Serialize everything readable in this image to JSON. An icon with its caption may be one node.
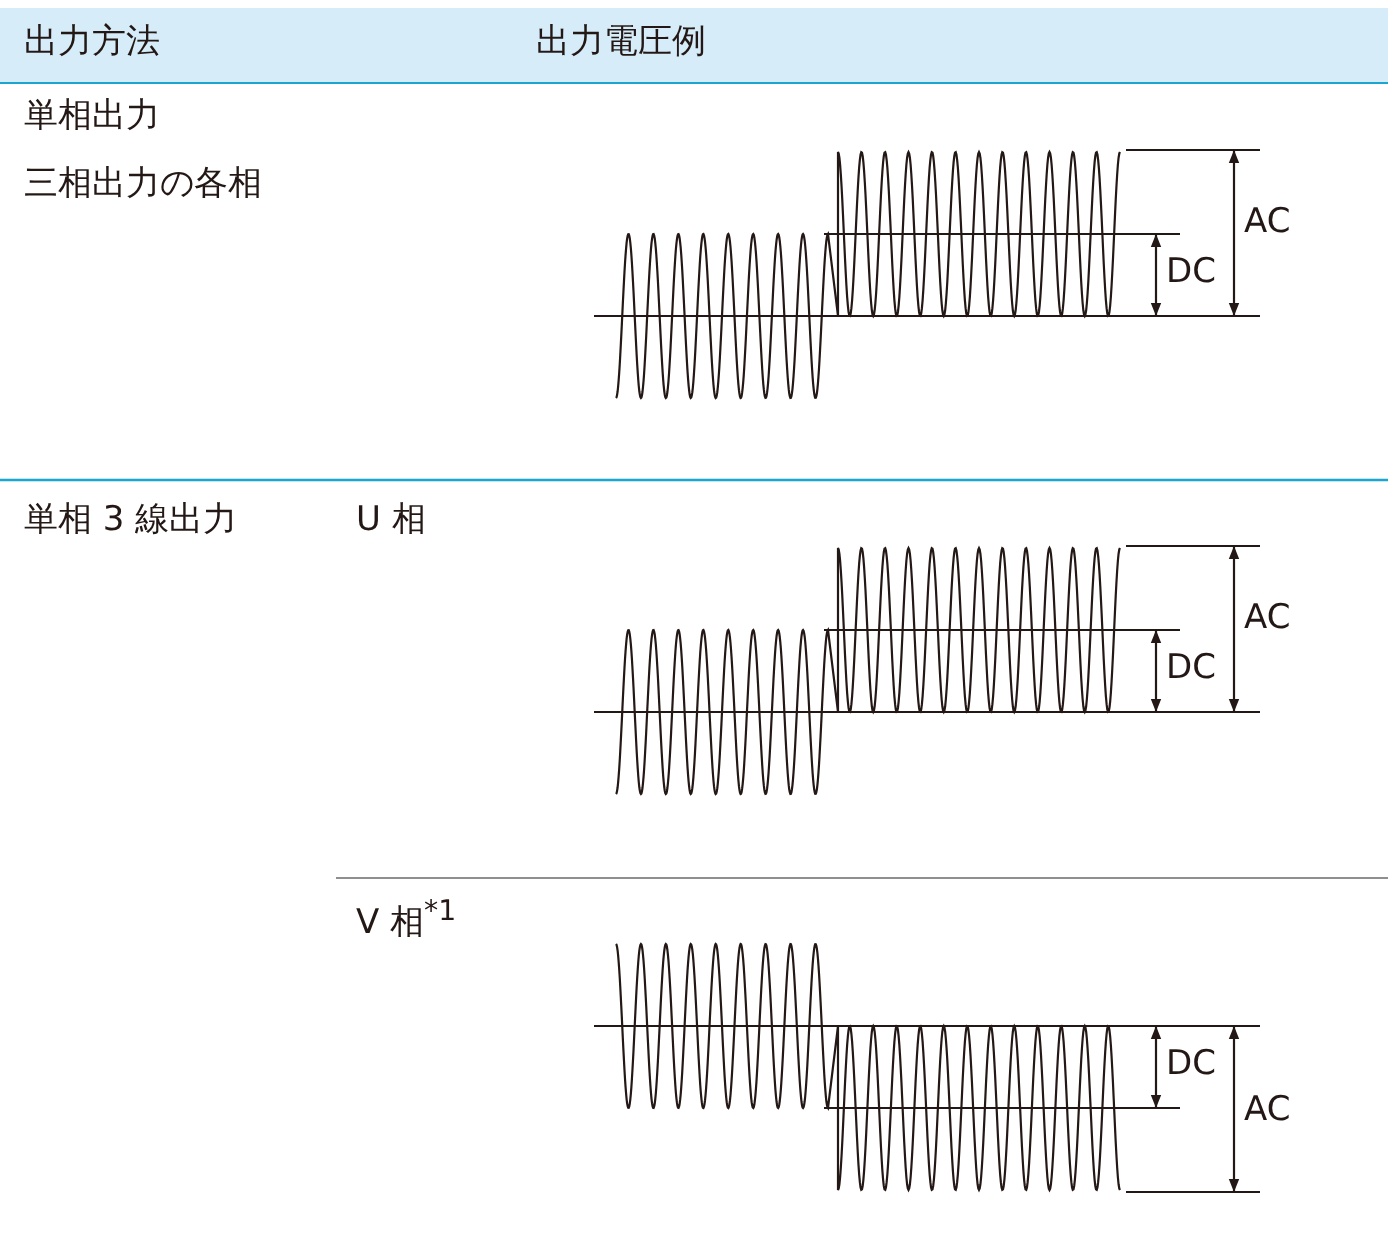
{
  "diagram": {
    "labels": [
      "出力方法",
      "出力電圧例",
      "単相出力",
      "三相出力の各相",
      "AC",
      "DC",
      "単相 3 線出力",
      "U 相",
      "AC",
      "DC",
      "V 相$^{*1}$",
      "DC",
      "AC"
    ]
  }
}
